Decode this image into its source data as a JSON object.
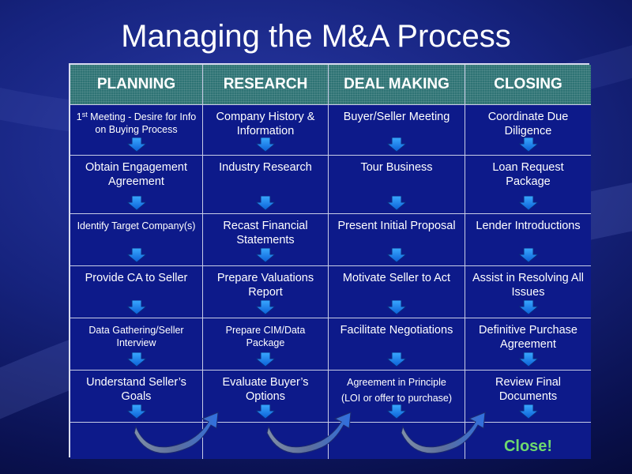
{
  "title": "Managing the M&A Process",
  "headers": [
    "PLANNING",
    "RESEARCH",
    "DEAL MAKING",
    "CLOSING"
  ],
  "planning": {
    "r1_a": "1",
    "r1_sup": "st",
    "r1_b": " Meeting - Desire for Info on Buying Process",
    "r2": "Obtain Engagement Agreement",
    "r3": "Identify Target Company(s)",
    "r4": "Provide CA to Seller",
    "r5": "Data Gathering/Seller Interview",
    "r6": "Understand Seller’s Goals"
  },
  "research": {
    "r1": "Company History & Information",
    "r2": "Industry Research",
    "r3": "Recast Financial Statements",
    "r4": "Prepare Valuations Report",
    "r5": "Prepare CIM/Data Package",
    "r6": "Evaluate Buyer’s Options"
  },
  "deal_making": {
    "r1": "Buyer/Seller Meeting",
    "r2": "Tour Business",
    "r3": "Present Initial Proposal",
    "r4": "Motivate Seller to Act",
    "r5": "Facilitate Negotiations",
    "r6_line1": "Agreement in Principle",
    "r6_line2": "(LOI or offer to purchase)"
  },
  "closing": {
    "r1": "Coordinate Due Diligence",
    "r2": "Loan Request Package",
    "r3": "Lender Introductions",
    "r4": "Assist in Resolving All Issues",
    "r5": "Definitive Purchase Agreement",
    "r6": "Review Final Documents",
    "final": "Close!"
  },
  "colors": {
    "header_bg": "#2e7374",
    "cell_bg": "#0d1a8a",
    "arrow": "#1a8cff",
    "close_text": "#6ed96e"
  }
}
